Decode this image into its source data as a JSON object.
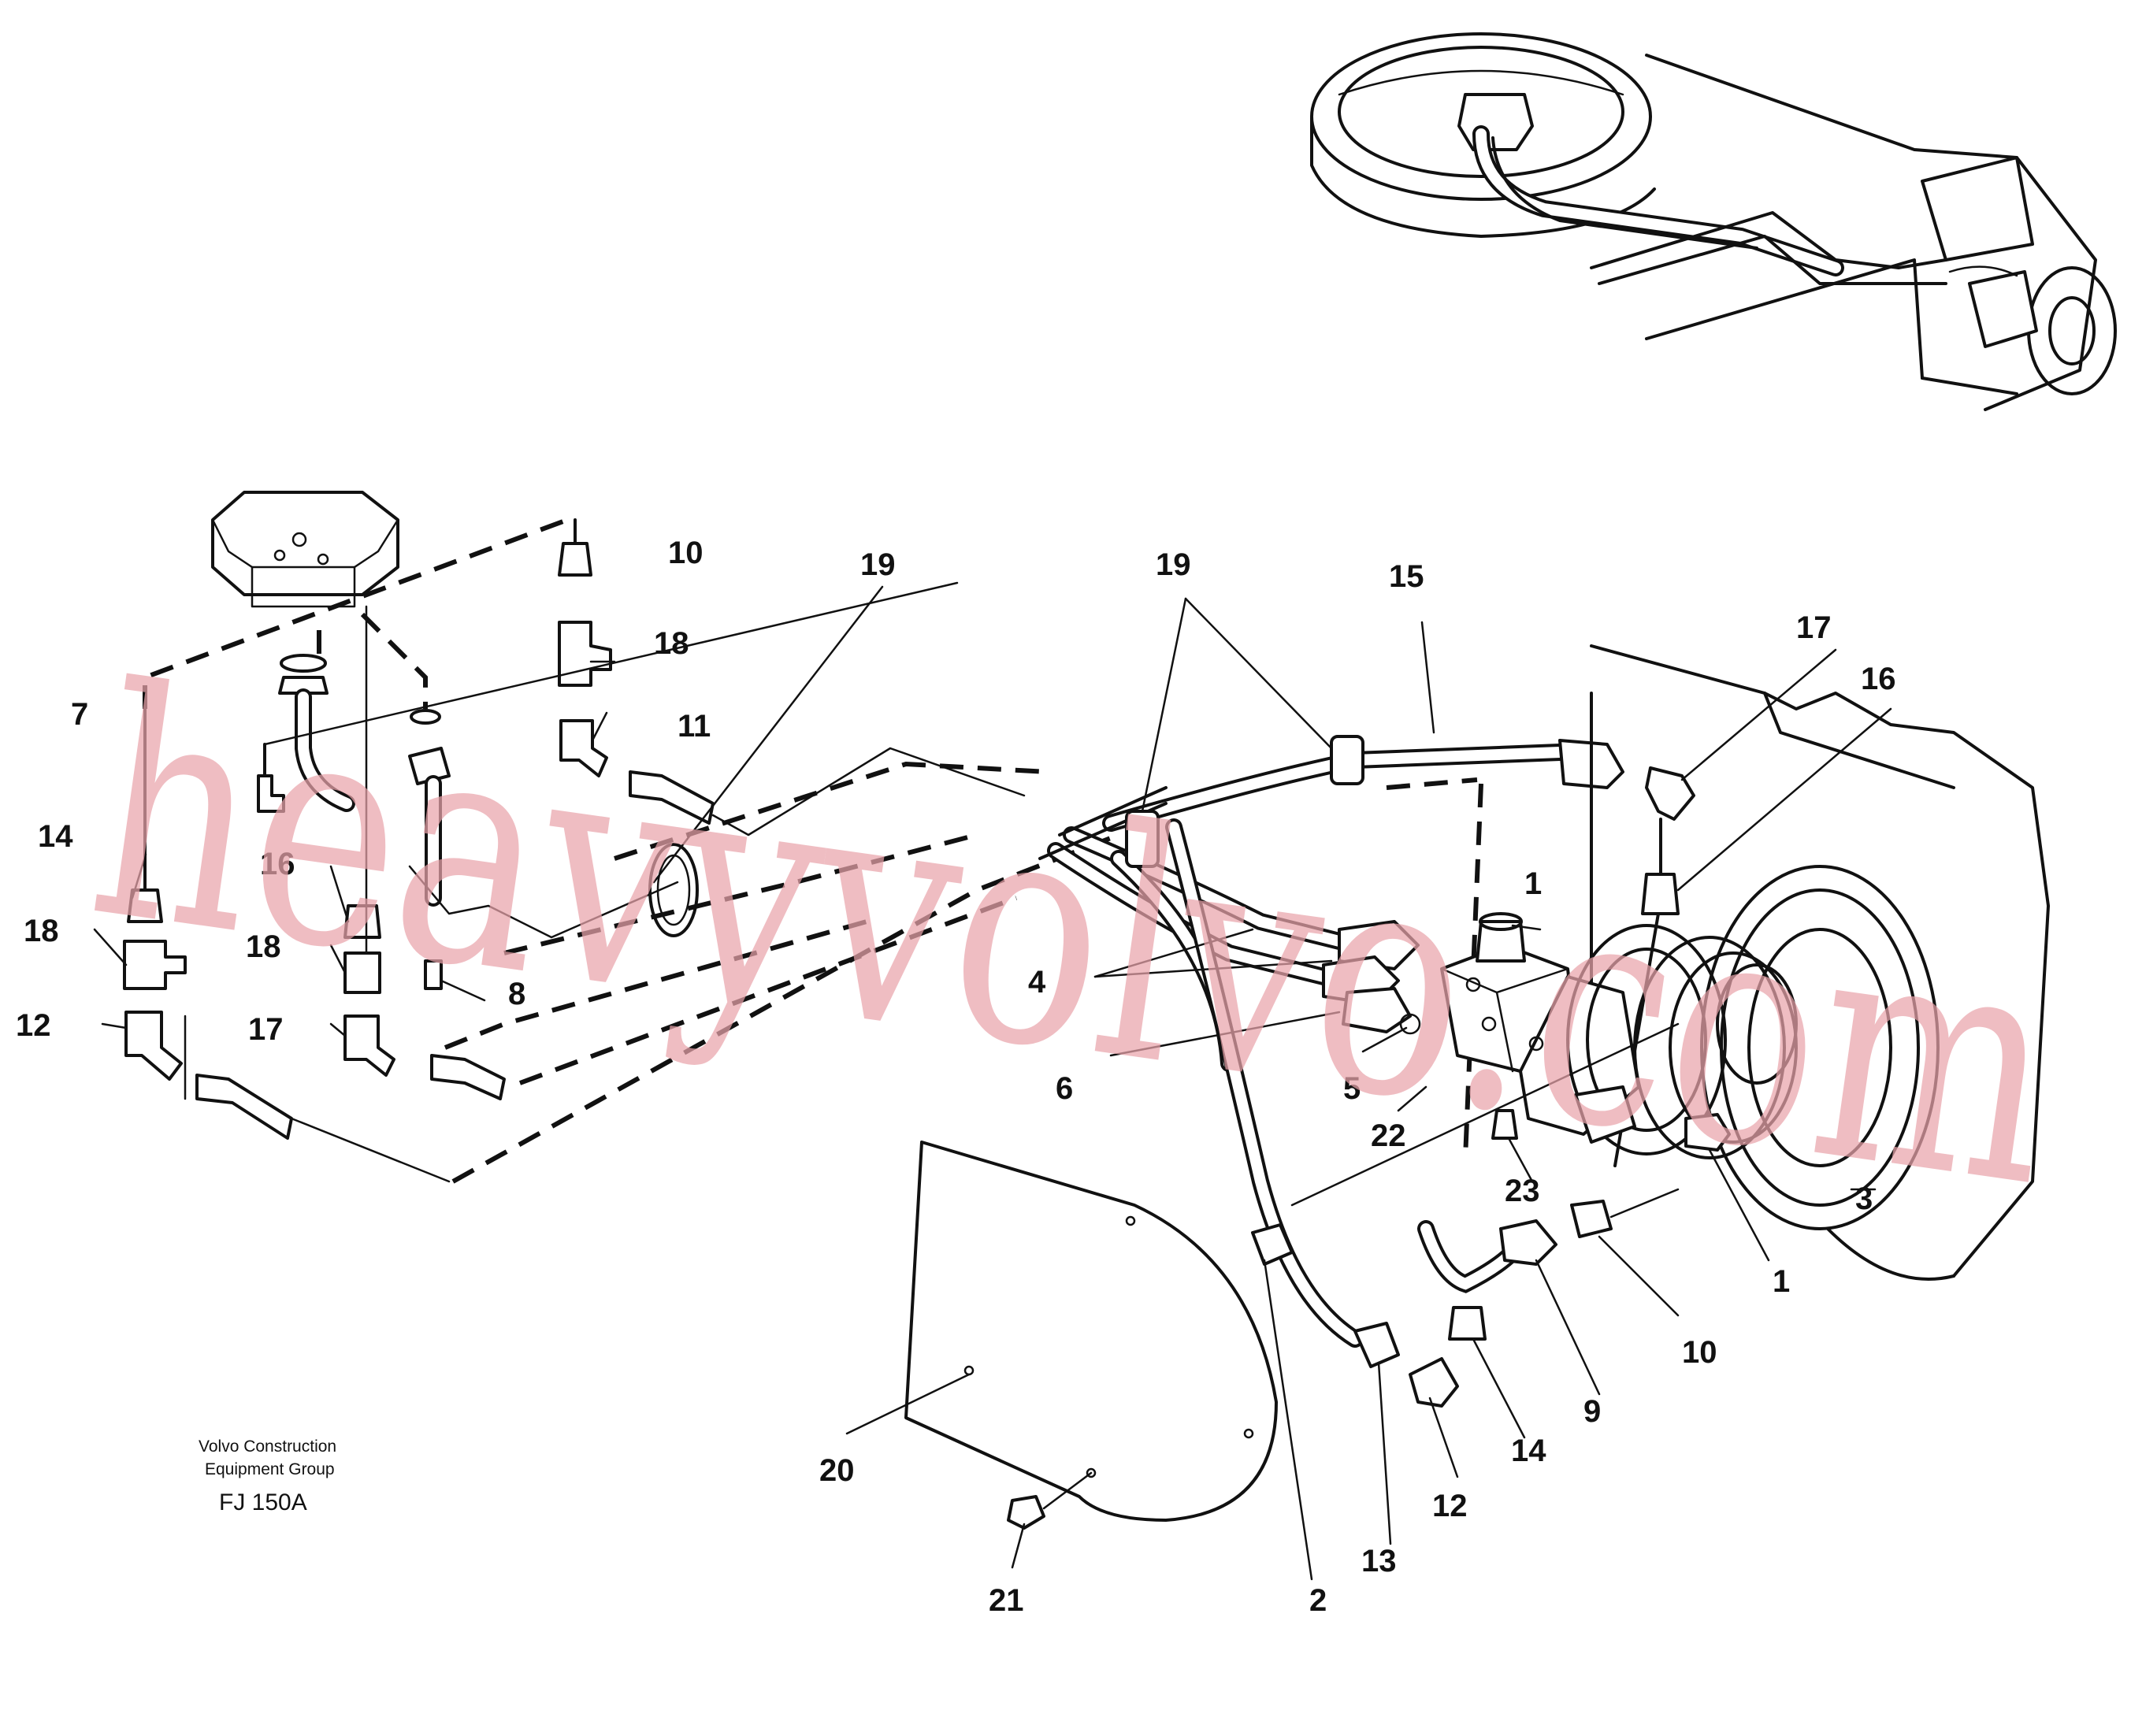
{
  "caption": {
    "company_line1": "Volvo Construction",
    "company_line2": "Equipment Group",
    "code": "FJ 150A"
  },
  "watermark": "heavyvolvo.com",
  "callouts": [
    "1",
    "1",
    "2",
    "3",
    "4",
    "5",
    "6",
    "7",
    "8",
    "9",
    "10",
    "10",
    "11",
    "12",
    "12",
    "13",
    "14",
    "14",
    "15",
    "16",
    "16",
    "17",
    "17",
    "18",
    "18",
    "18",
    "19",
    "19",
    "20",
    "21",
    "22",
    "23"
  ],
  "colors": {
    "line": "#111111",
    "watermark": "#e9a3ab",
    "background": "#ffffff"
  }
}
